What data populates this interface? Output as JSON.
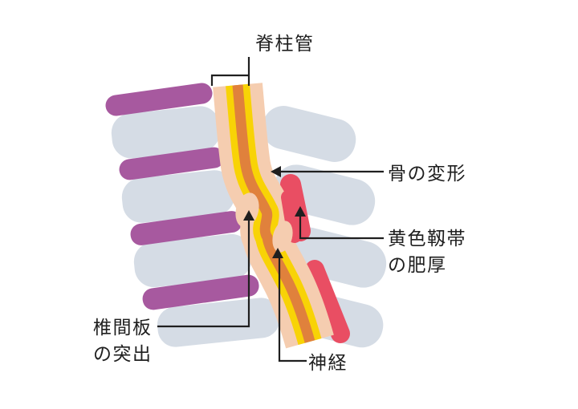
{
  "figure": {
    "labels": {
      "spinal_canal": "脊柱管",
      "bone_deformity": "骨の変形",
      "ligament_thickening_line1": "黄色靱帯",
      "ligament_thickening_line2": "の肥厚",
      "disc_protrusion_line1": "椎間板",
      "disc_protrusion_line2": "の突出",
      "nerve": "神経"
    },
    "colors": {
      "vertebra": "#d5dce5",
      "disc": "#a7599f",
      "canal": "#f5cdb0",
      "nerve_outer": "#f8d306",
      "nerve_core": "#e0813c",
      "ligament_red": "#e94e63",
      "line": "#1f1f1f"
    }
  }
}
